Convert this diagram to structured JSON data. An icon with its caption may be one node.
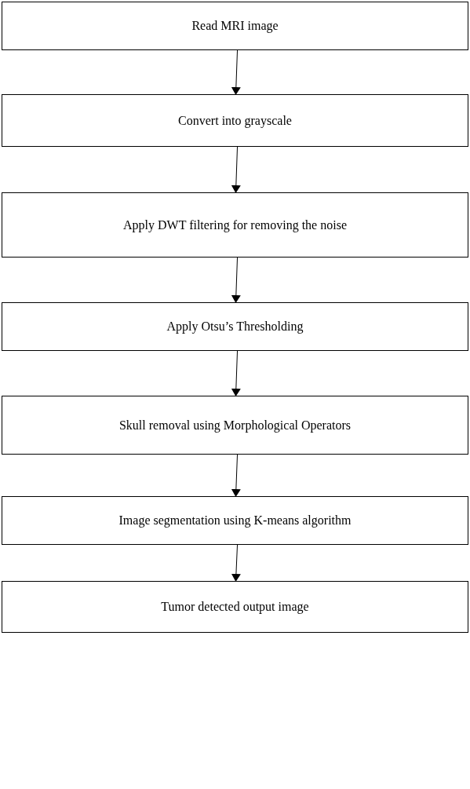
{
  "diagram": {
    "nodes": [
      {
        "text": [
          "Read MRI image"
        ]
      },
      {
        "text": [
          "Convert into grayscale"
        ]
      },
      {
        "text": [
          "Apply DWT filtering for removing the noise"
        ]
      },
      {
        "text": [
          "Apply Otsu’s Thresholding"
        ]
      },
      {
        "text": [
          "Skull removal using Morphological Operators"
        ]
      },
      {
        "text": [
          "Image segmentation using K-means algorithm"
        ]
      },
      {
        "text": [
          "Tumor detected output image"
        ]
      }
    ],
    "edges": [
      {
        "from": 0,
        "to": 1,
        "arrow": "to"
      },
      {
        "from": 1,
        "to": 2,
        "arrow": "to"
      },
      {
        "from": 2,
        "to": 3,
        "arrow": "to"
      },
      {
        "from": 3,
        "to": 4,
        "arrow": "to"
      },
      {
        "from": 4,
        "to": 5,
        "arrow": "to"
      },
      {
        "from": 5,
        "to": 6,
        "arrow": "to"
      }
    ]
  }
}
